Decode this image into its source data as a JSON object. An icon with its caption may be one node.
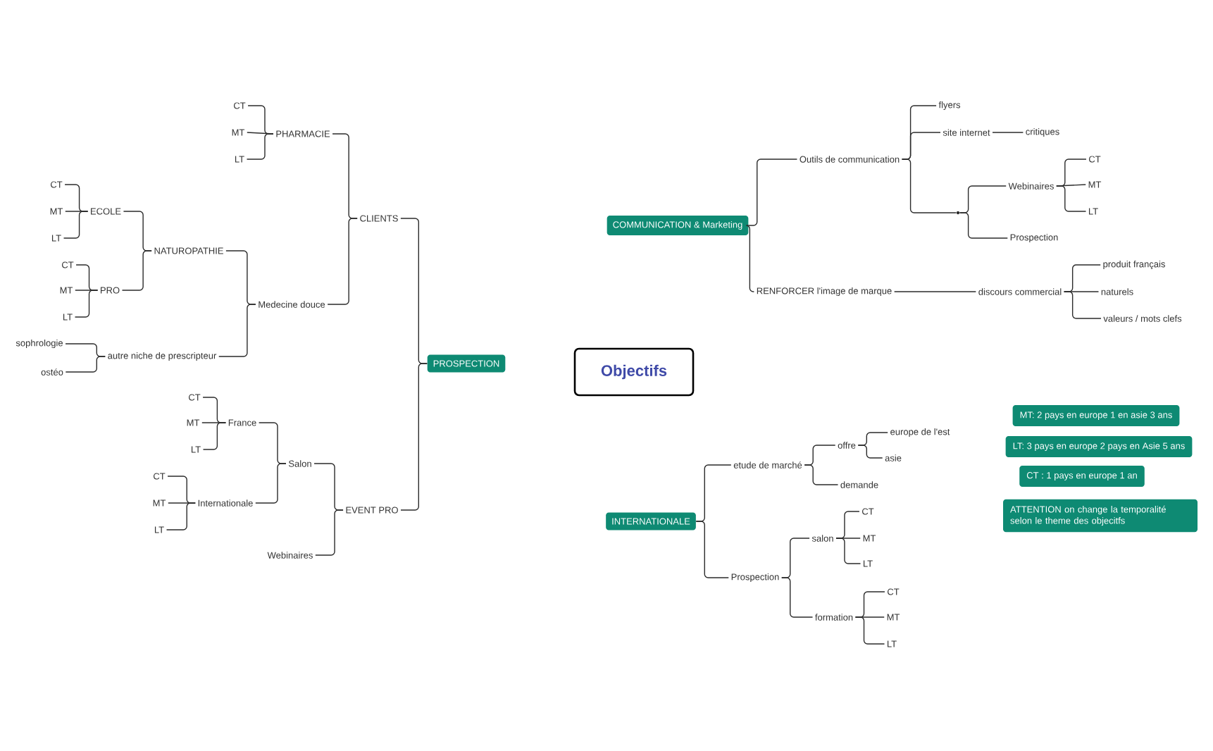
{
  "diagram": {
    "nodes": [
      {
        "text": [
          "Objectifs"
        ]
      },
      {
        "text": [
          "PROSPECTION"
        ]
      },
      {
        "text": [
          "CLIENTS"
        ]
      },
      {
        "text": [
          "PHARMACIE"
        ]
      },
      {
        "text": [
          "CT"
        ]
      },
      {
        "text": [
          "MT"
        ]
      },
      {
        "text": [
          "LT"
        ]
      },
      {
        "text": [
          "Medecine douce"
        ]
      },
      {
        "text": [
          "NATUROPATHIE"
        ]
      },
      {
        "text": [
          "ECOLE"
        ]
      },
      {
        "text": [
          "CT"
        ]
      },
      {
        "text": [
          "MT"
        ]
      },
      {
        "text": [
          "LT"
        ]
      },
      {
        "text": [
          "PRO"
        ]
      },
      {
        "text": [
          "CT"
        ]
      },
      {
        "text": [
          "MT"
        ]
      },
      {
        "text": [
          "LT"
        ]
      },
      {
        "text": [
          "autre niche de prescripteur"
        ]
      },
      {
        "text": [
          "sophrologie"
        ]
      },
      {
        "text": [
          "ostéo"
        ]
      },
      {
        "text": [
          "EVENT PRO"
        ]
      },
      {
        "text": [
          "Salon"
        ]
      },
      {
        "text": [
          "France"
        ]
      },
      {
        "text": [
          "CT"
        ]
      },
      {
        "text": [
          "MT"
        ]
      },
      {
        "text": [
          "LT"
        ]
      },
      {
        "text": [
          "Internationale"
        ]
      },
      {
        "text": [
          "CT"
        ]
      },
      {
        "text": [
          "MT"
        ]
      },
      {
        "text": [
          "LT"
        ]
      },
      {
        "text": [
          "Webinaires"
        ]
      },
      {
        "text": [
          "COMMUNICATION & Marketing"
        ]
      },
      {
        "text": [
          "Outils de communication"
        ]
      },
      {
        "text": [
          "flyers"
        ]
      },
      {
        "text": [
          "site internet"
        ]
      },
      {
        "text": [
          "critiques"
        ]
      },
      {
        "text": [],
        "shape": "point"
      },
      {
        "text": [
          "Webinaires"
        ]
      },
      {
        "text": [
          "CT"
        ]
      },
      {
        "text": [
          "MT"
        ]
      },
      {
        "text": [
          "LT"
        ]
      },
      {
        "text": [
          "Prospection"
        ]
      },
      {
        "text": [
          "RENFORCER l'image de marque"
        ]
      },
      {
        "text": [
          "discours commercial"
        ]
      },
      {
        "text": [
          "produit français"
        ]
      },
      {
        "text": [
          "naturels"
        ]
      },
      {
        "text": [
          "valeurs / mots clefs"
        ]
      },
      {
        "text": [
          "INTERNATIONALE"
        ]
      },
      {
        "text": [
          "etude de marché"
        ]
      },
      {
        "text": [
          "offre"
        ]
      },
      {
        "text": [
          "europe de l'est"
        ]
      },
      {
        "text": [
          "asie"
        ]
      },
      {
        "text": [
          "demande"
        ]
      },
      {
        "text": [
          "Prospection"
        ]
      },
      {
        "text": [
          "salon"
        ]
      },
      {
        "text": [
          "CT"
        ]
      },
      {
        "text": [
          "MT"
        ]
      },
      {
        "text": [
          "LT"
        ]
      },
      {
        "text": [
          "formation"
        ]
      },
      {
        "text": [
          "CT"
        ]
      },
      {
        "text": [
          "MT"
        ]
      },
      {
        "text": [
          "LT"
        ]
      },
      {
        "text": [
          "MT: 2 pays en europe 1 en asie 3 ans"
        ]
      },
      {
        "text": [
          "LT: 3 pays en europe 2 pays en Asie 5 ans"
        ]
      },
      {
        "text": [
          "CT : 1 pays en europe 1 an"
        ]
      },
      {
        "text": [
          "ATTENTION on change la temporalité selon le theme des objecitfs"
        ]
      }
    ],
    "edges": [
      {
        "from": 1,
        "to": 2,
        "arrow": "none"
      },
      {
        "from": 2,
        "to": 3,
        "arrow": "none"
      },
      {
        "from": 3,
        "to": 4,
        "arrow": "none"
      },
      {
        "from": 3,
        "to": 5,
        "arrow": "none"
      },
      {
        "from": 3,
        "to": 6,
        "arrow": "none"
      },
      {
        "from": 2,
        "to": 7,
        "arrow": "none"
      },
      {
        "from": 7,
        "to": 8,
        "arrow": "none"
      },
      {
        "from": 8,
        "to": 9,
        "arrow": "none"
      },
      {
        "from": 9,
        "to": 10,
        "arrow": "none"
      },
      {
        "from": 9,
        "to": 11,
        "arrow": "none"
      },
      {
        "from": 9,
        "to": 12,
        "arrow": "none"
      },
      {
        "from": 8,
        "to": 13,
        "arrow": "none"
      },
      {
        "from": 13,
        "to": 14,
        "arrow": "none"
      },
      {
        "from": 13,
        "to": 15,
        "arrow": "none"
      },
      {
        "from": 13,
        "to": 16,
        "arrow": "none"
      },
      {
        "from": 7,
        "to": 17,
        "arrow": "none"
      },
      {
        "from": 17,
        "to": 18,
        "arrow": "none"
      },
      {
        "from": 17,
        "to": 19,
        "arrow": "none"
      },
      {
        "from": 1,
        "to": 20,
        "arrow": "none"
      },
      {
        "from": 20,
        "to": 21,
        "arrow": "none"
      },
      {
        "from": 21,
        "to": 22,
        "arrow": "none"
      },
      {
        "from": 22,
        "to": 23,
        "arrow": "none"
      },
      {
        "from": 22,
        "to": 24,
        "arrow": "none"
      },
      {
        "from": 22,
        "to": 25,
        "arrow": "none"
      },
      {
        "from": 21,
        "to": 26,
        "arrow": "none"
      },
      {
        "from": 26,
        "to": 27,
        "arrow": "none"
      },
      {
        "from": 26,
        "to": 28,
        "arrow": "none"
      },
      {
        "from": 26,
        "to": 29,
        "arrow": "none"
      },
      {
        "from": 20,
        "to": 30,
        "arrow": "none"
      },
      {
        "from": 31,
        "to": 32,
        "arrow": "none"
      },
      {
        "from": 32,
        "to": 33,
        "arrow": "none"
      },
      {
        "from": 32,
        "to": 34,
        "arrow": "none"
      },
      {
        "from": 34,
        "to": 35,
        "arrow": "none"
      },
      {
        "from": 32,
        "to": 36,
        "arrow": "none"
      },
      {
        "from": 36,
        "to": 37,
        "arrow": "none"
      },
      {
        "from": 37,
        "to": 38,
        "arrow": "none"
      },
      {
        "from": 37,
        "to": 39,
        "arrow": "none"
      },
      {
        "from": 37,
        "to": 40,
        "arrow": "none"
      },
      {
        "from": 36,
        "to": 41,
        "arrow": "none"
      },
      {
        "from": 31,
        "to": 42,
        "arrow": "none"
      },
      {
        "from": 42,
        "to": 43,
        "arrow": "none"
      },
      {
        "from": 43,
        "to": 44,
        "arrow": "none"
      },
      {
        "from": 43,
        "to": 45,
        "arrow": "none"
      },
      {
        "from": 43,
        "to": 46,
        "arrow": "none"
      },
      {
        "from": 47,
        "to": 48,
        "arrow": "none"
      },
      {
        "from": 48,
        "to": 49,
        "arrow": "none"
      },
      {
        "from": 49,
        "to": 50,
        "arrow": "none"
      },
      {
        "from": 49,
        "to": 51,
        "arrow": "none"
      },
      {
        "from": 48,
        "to": 52,
        "arrow": "none"
      },
      {
        "from": 47,
        "to": 53,
        "arrow": "none"
      },
      {
        "from": 53,
        "to": 54,
        "arrow": "none"
      },
      {
        "from": 54,
        "to": 55,
        "arrow": "none"
      },
      {
        "from": 54,
        "to": 56,
        "arrow": "none"
      },
      {
        "from": 54,
        "to": 57,
        "arrow": "none"
      },
      {
        "from": 53,
        "to": 58,
        "arrow": "none"
      },
      {
        "from": 58,
        "to": 59,
        "arrow": "none"
      },
      {
        "from": 58,
        "to": 60,
        "arrow": "none"
      },
      {
        "from": 58,
        "to": 61,
        "arrow": "none"
      }
    ]
  }
}
